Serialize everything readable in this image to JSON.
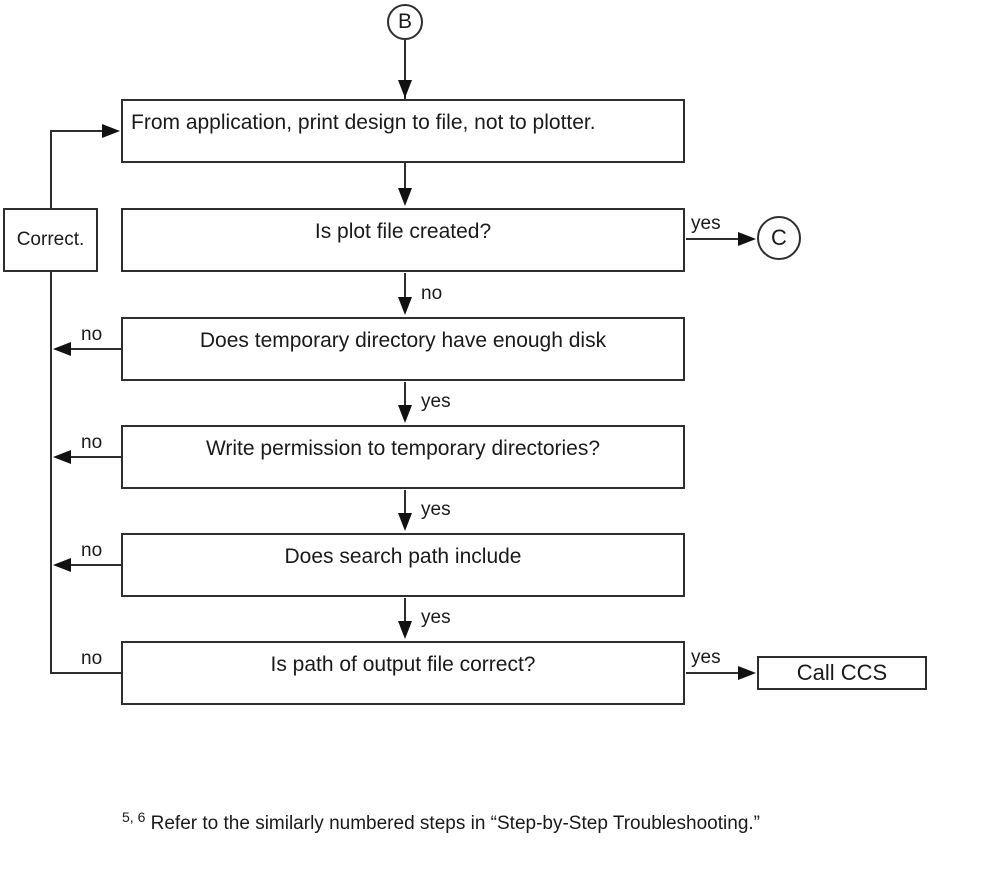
{
  "flowchart": {
    "start_connector": {
      "label": "B"
    },
    "exit_connector": {
      "label": "C"
    },
    "boxes": [
      {
        "label": "From application, print design to file, not to plotter."
      },
      {
        "label": "Is plot file created?"
      },
      {
        "label": "Does temporary directory have enough disk"
      },
      {
        "label": "Write permission to temporary directories?"
      },
      {
        "label": "Does search path include"
      },
      {
        "label": "Is path of output file correct?"
      }
    ],
    "side_boxes": {
      "correct": {
        "label": "Correct."
      },
      "call_ccs": {
        "label": "Call CCS"
      }
    },
    "edge_labels": {
      "plot_created_yes": "yes",
      "plot_created_no": "no",
      "temp_disk_no": "no",
      "temp_disk_yes": "yes",
      "write_permission_no": "no",
      "write_permission_yes": "yes",
      "search_path_no": "no",
      "search_path_yes": "yes",
      "output_path_no": "no",
      "output_path_yes": "yes"
    },
    "colors": {
      "line": "#2e2e2e",
      "arrowhead": "#111111",
      "text": "#1a1a1a",
      "background": "#ffffff"
    }
  },
  "footnote": {
    "superscript": "5, 6",
    "text": "Refer to the similarly numbered steps in “Step-by-Step Troubleshooting.”"
  }
}
